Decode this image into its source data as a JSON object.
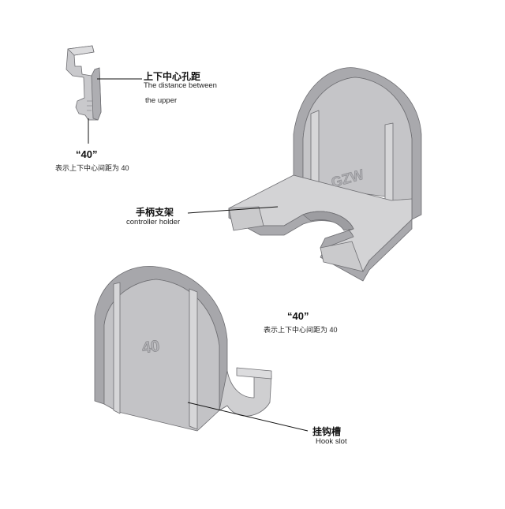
{
  "top_hook": {
    "title_zh": "上下中心孔距",
    "title_en_line1": "The distance between",
    "title_en_line2": "the upper",
    "value": "“40”",
    "value_caption": "表示上下中心间距为 40"
  },
  "holder": {
    "title_zh": "手柄支架",
    "title_en": "controller holder",
    "engraving": "GZW"
  },
  "bottom_part": {
    "engraving": "40",
    "value": "“40”",
    "value_caption": "表示上下中心间距为 40",
    "slot_zh": "挂钩槽",
    "slot_en": "Hook slot"
  },
  "colors": {
    "part_light": "#cfcfd1",
    "part_mid": "#b9b9bc",
    "part_dark": "#a3a3a7",
    "edge": "#6e6e72",
    "leader": "#111111"
  }
}
